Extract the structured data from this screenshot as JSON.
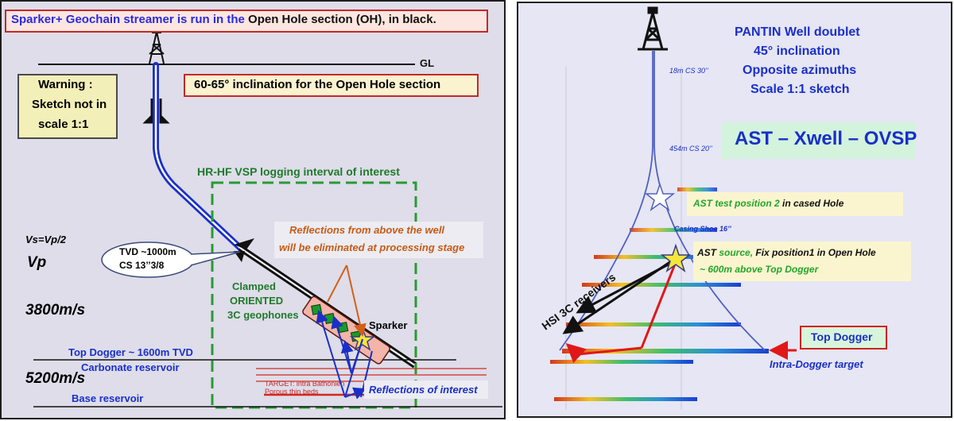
{
  "left": {
    "title": {
      "part1": "Sparker+ Geochain streamer is run in the ",
      "part2": "Open Hole section (OH), in black."
    },
    "gl_label": "GL",
    "warning": [
      "Warning :",
      "Sketch not in",
      "scale 1:1"
    ],
    "inclination_note": "60-65° inclination for the Open Hole section",
    "interval_label": "HR-HF VSP logging interval of interest",
    "vs_label": "Vs=Vp/2",
    "vp_label": "Vp",
    "vp_value": "3800m/s",
    "v2_value": "5200m/s",
    "tvd_callout": [
      "TVD ~1000m",
      "CS 13’’3/8"
    ],
    "reflections_above": [
      "Reflections from above the well",
      "will be eliminated at processing stage"
    ],
    "geophones": [
      "Clamped",
      "ORIENTED",
      "3C geophones"
    ],
    "sparker": "Sparker",
    "top_dogger": "Top Dogger ~ 1600m TVD",
    "carbonate": "Carbonate reservoir",
    "base": "Base reservoir",
    "target": [
      "TARGET: intra Bathonien",
      "Porous thin beds"
    ],
    "reflections_interest": "Reflections of interest"
  },
  "right": {
    "title": [
      "PANTIN Well doublet",
      "45° inclination",
      "Opposite azimuths",
      "Scale 1:1 sketch"
    ],
    "method": "AST – Xwell – OVSP",
    "cs30": "18m CS 30’’",
    "cs20": "454m CS 20’’",
    "ast_test": {
      "a": "AST test position 2",
      "b": " in cased Hole"
    },
    "casing_shoe": "Casing Shoe 16’’",
    "ast_source": {
      "a": "AST ",
      "b": "source,",
      "c": "  Fix position1 in Open Hole",
      "d": "~ 600m above Top Dogger"
    },
    "receivers": "HSI 3C receivers",
    "top_dogger": "Top Dogger",
    "intra_dogger": "Intra-Dogger target"
  }
}
